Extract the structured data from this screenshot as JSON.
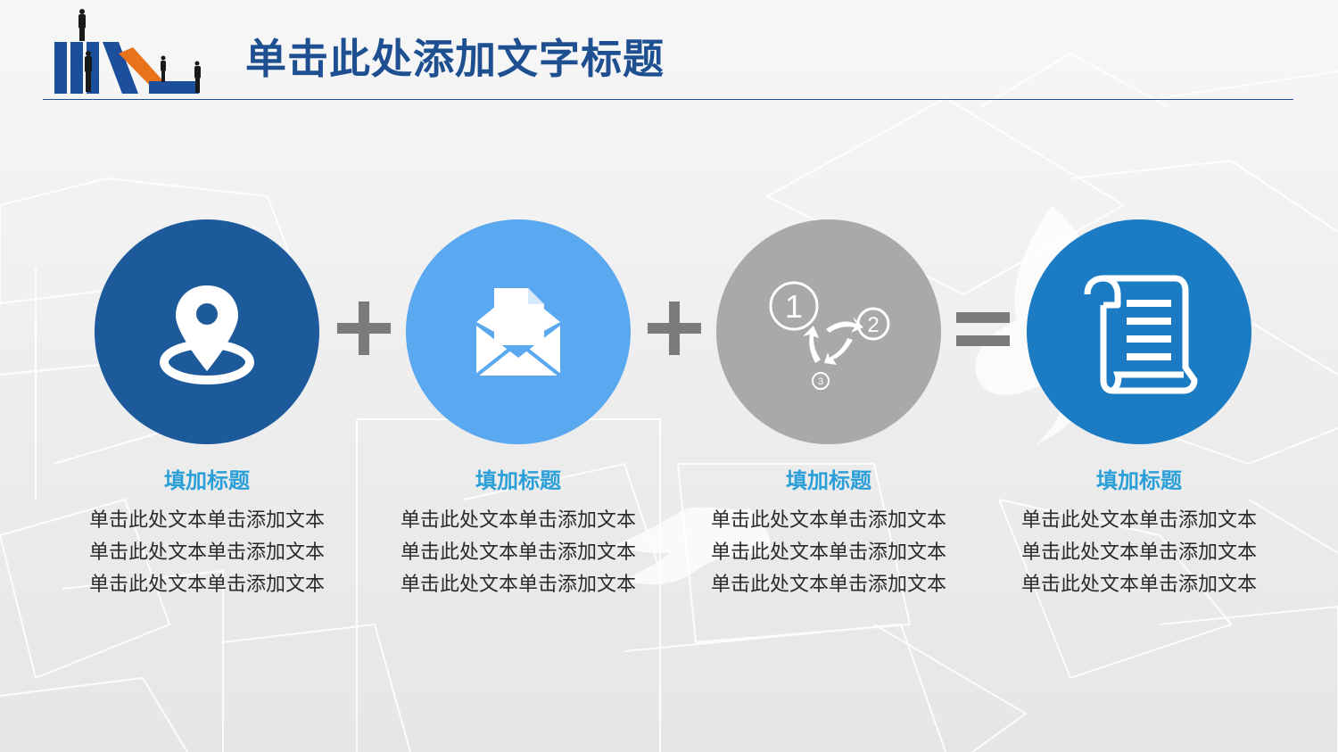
{
  "slide": {
    "title": "单击此处添加文字标题"
  },
  "colors": {
    "title": "#1d4f91",
    "rule": "#1d4f91",
    "step_title": "#2b9fd8",
    "operator": "#7b7b7b"
  },
  "steps": [
    {
      "icon": "map-pin-icon",
      "color": "#1c5a9c",
      "title": "填加标题",
      "body": "单击此处文本单击添加文本单击此处文本单击添加文本单击此处文本单击添加文本"
    },
    {
      "icon": "envelope-icon",
      "color": "#5aa8f0",
      "title": "填加标题",
      "body": "单击此处文本单击添加文本单击此处文本单击添加文本单击此处文本单击添加文本"
    },
    {
      "icon": "cycle-arrows-icon",
      "color": "#a9a9a9",
      "title": "填加标题",
      "body": "单击此处文本单击添加文本单击此处文本单击添加文本单击此处文本单击添加文本",
      "icon_labels": [
        "1",
        "2",
        "3"
      ]
    },
    {
      "icon": "scroll-document-icon",
      "color": "#1b7cc4",
      "title": "填加标题",
      "body": "单击此处文本单击添加文本单击此处文本单击添加文本单击此处文本单击添加文本"
    }
  ],
  "operators": [
    "plus-icon",
    "plus-icon",
    "equals-icon"
  ]
}
